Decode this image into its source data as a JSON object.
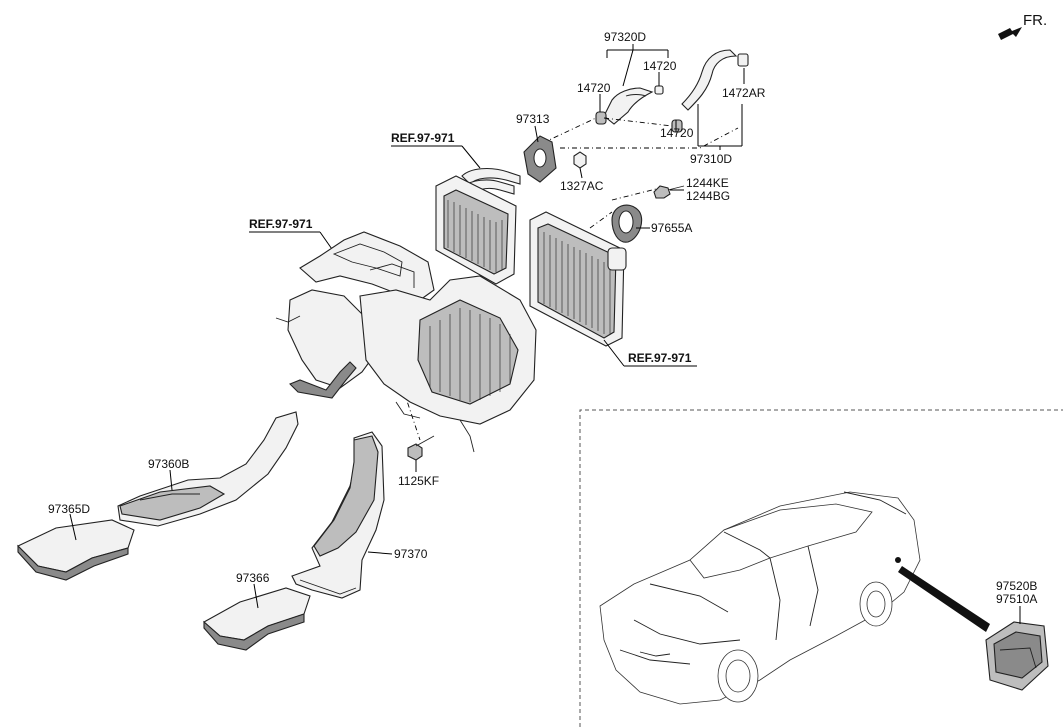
{
  "direction": {
    "label": "FR."
  },
  "references": [
    {
      "id": "ref-1",
      "text": "REF.97-971"
    },
    {
      "id": "ref-2",
      "text": "REF.97-971"
    },
    {
      "id": "ref-3",
      "text": "REF.97-971"
    }
  ],
  "part_labels": {
    "p97320D": "97320D",
    "p14720_a": "14720",
    "p14720_b": "14720",
    "p14720_c": "14720",
    "p1472AR": "1472AR",
    "p97313": "97313",
    "p97310D": "97310D",
    "p1327AC": "1327AC",
    "p1244KE": "1244KE",
    "p1244BG": "1244BG",
    "p97655A": "97655A",
    "p1125KF": "1125KF",
    "p97360B": "97360B",
    "p97365D": "97365D",
    "p97370": "97370",
    "p97366": "97366",
    "p97520B": "97520B",
    "p97510A": "97510A"
  }
}
